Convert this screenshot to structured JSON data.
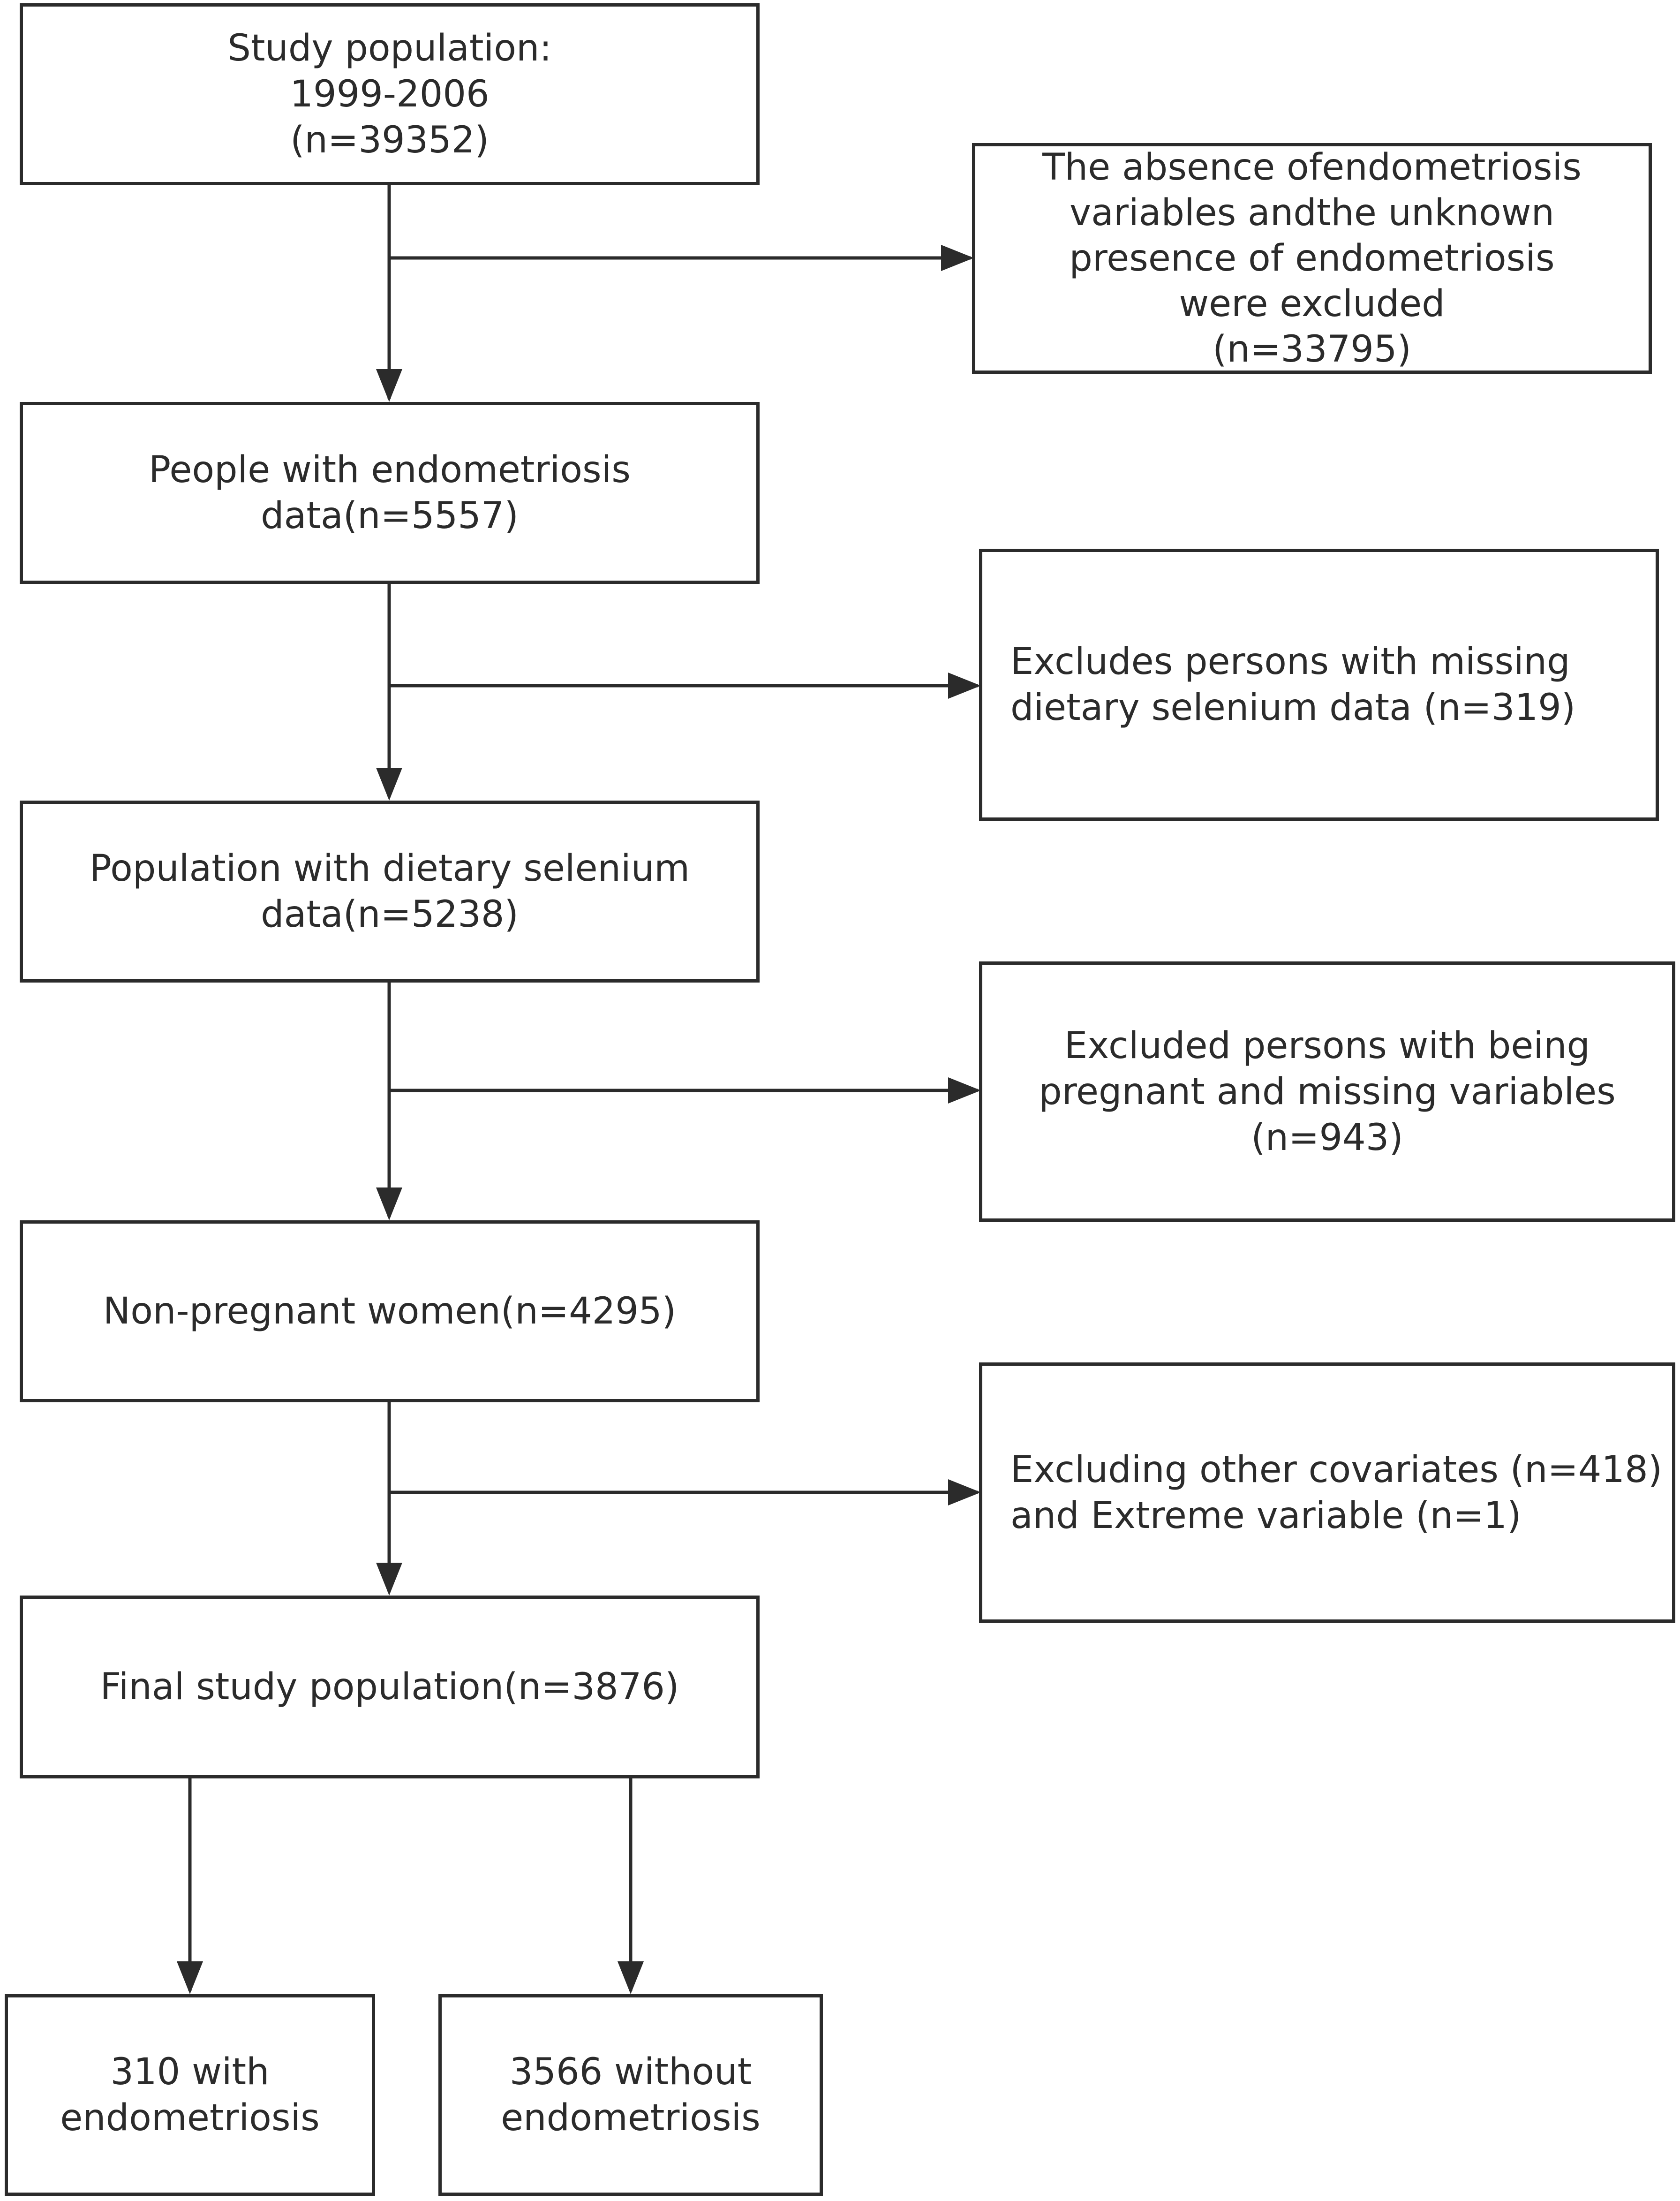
{
  "flowchart": {
    "nodes": [
      {
        "id": "study-population",
        "lines": [
          "Study population:",
          "1999-2006",
          "(n=39352)"
        ]
      },
      {
        "id": "exclusion-endometriosis-variables",
        "lines": [
          "The absence ofendometriosis",
          "variables andthe unknown",
          "presence of endometriosis",
          "were excluded",
          "(n=33795)"
        ]
      },
      {
        "id": "people-with-endometriosis-data",
        "lines": [
          "People with endometriosis",
          "data(n=5557)"
        ]
      },
      {
        "id": "exclusion-missing-selenium",
        "lines": [
          "Excludes persons with missing",
          "dietary selenium data (n=319)"
        ]
      },
      {
        "id": "population-with-selenium-data",
        "lines": [
          "Population with dietary selenium",
          "data(n=5238)"
        ]
      },
      {
        "id": "exclusion-pregnant-missing",
        "lines": [
          "Excluded persons with being",
          "pregnant and missing variables",
          "(n=943)"
        ]
      },
      {
        "id": "non-pregnant-women",
        "lines": [
          "Non-pregnant women(n=4295)"
        ]
      },
      {
        "id": "exclusion-covariates-extreme",
        "lines": [
          "Excluding other covariates (n=418)",
          "and Extreme variable (n=1)"
        ]
      },
      {
        "id": "final-study-population",
        "lines": [
          "Final study population(n=3876)"
        ]
      },
      {
        "id": "with-endometriosis",
        "lines": [
          "310 with",
          "endometriosis"
        ]
      },
      {
        "id": "without-endometriosis",
        "lines": [
          "3566 without",
          "endometriosis"
        ]
      }
    ]
  }
}
